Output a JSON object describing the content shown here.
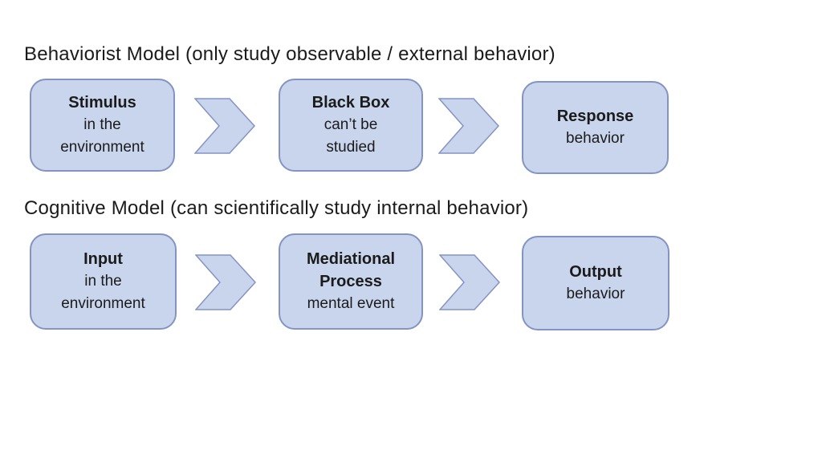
{
  "canvas": {
    "background": "#ffffff"
  },
  "colors": {
    "box_fill": "#c9d5ec",
    "box_border": "#8494c2",
    "text": "#1b1b1b"
  },
  "sections": [
    {
      "title": "Behaviorist Model (only study observable / external behavior)",
      "steps": [
        {
          "title": "Stimulus",
          "subtitle": "in the\nenvironment"
        },
        {
          "title": "Black Box",
          "subtitle": "can’t be\nstudied"
        },
        {
          "title": "Response",
          "subtitle": "behavior"
        }
      ]
    },
    {
      "title": "Cognitive Model (can scientifically study internal behavior)",
      "steps": [
        {
          "title": "Input",
          "subtitle": "in the\nenvironment"
        },
        {
          "title": "Mediational\nProcess",
          "subtitle": "mental event"
        },
        {
          "title": "Output",
          "subtitle": "behavior"
        }
      ]
    }
  ]
}
